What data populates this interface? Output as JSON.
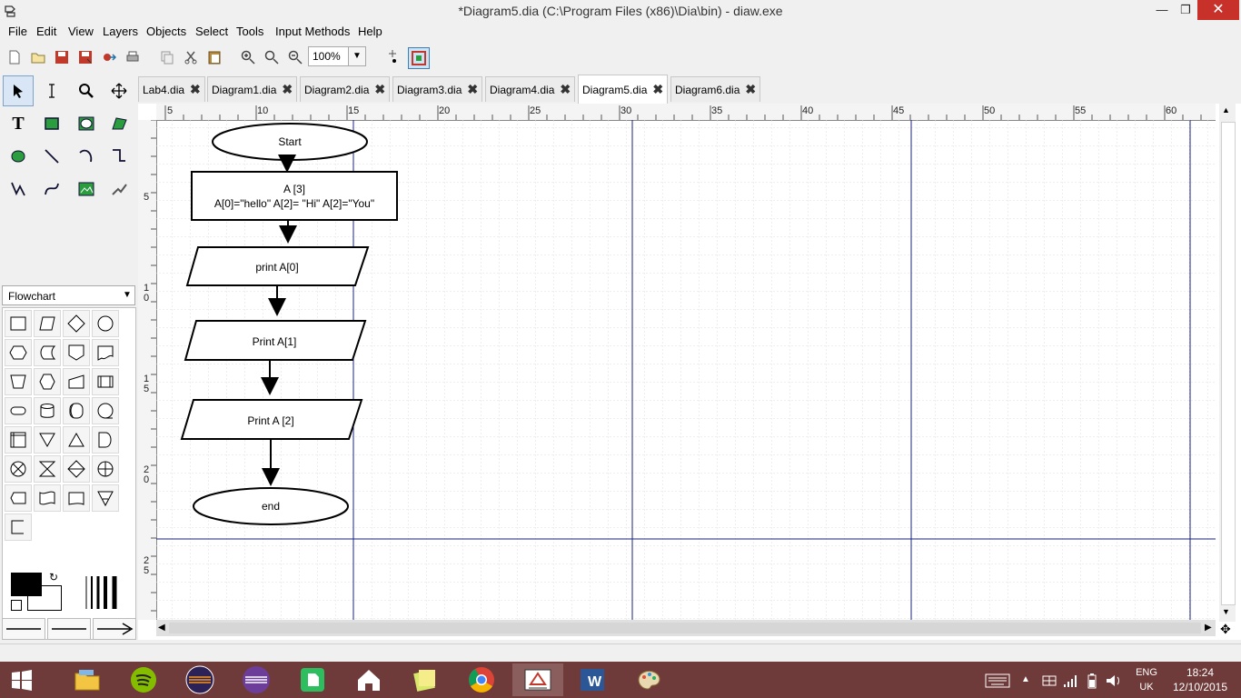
{
  "window": {
    "title": "*Diagram5.dia (C:\\Program Files (x86)\\Dia\\bin) - diaw.exe",
    "min": "—",
    "max": "❐",
    "close": "✕"
  },
  "menu": [
    "File",
    "Edit",
    "View",
    "Layers",
    "Objects",
    "Select",
    "Tools",
    "Input Methods",
    "Help"
  ],
  "toolbar": {
    "zoom_value": "100%"
  },
  "toolbox": {
    "sheet": "Flowchart"
  },
  "tabs": [
    "Lab4.dia",
    "Diagram1.dia",
    "Diagram2.dia",
    "Diagram3.dia",
    "Diagram4.dia",
    "Diagram5.dia",
    "Diagram6.dia"
  ],
  "active_tab": "Diagram5.dia",
  "ruler": {
    "h": [
      "5",
      "10",
      "15",
      "20",
      "25",
      "30",
      "35",
      "40",
      "45",
      "50",
      "55",
      "60"
    ],
    "v": [
      "5",
      "1\n0",
      "1\n5",
      "2\n0",
      "2\n5"
    ]
  },
  "diagram": {
    "start": "Start",
    "process_line1": "A [3]",
    "process_line2": "A[0]=\"hello\" A[2]= \"Hi\" A[2]=\"You\"",
    "io1": "print A[0]",
    "io2": "Print A[1]",
    "io3": "Print A [2]",
    "end": "end"
  },
  "taskbar": {
    "lang1": "ENG",
    "lang2": "UK",
    "time": "18:24",
    "date": "12/10/2015"
  },
  "colors": {
    "taskbar": "#6f3b3a",
    "page_break": "#1a237e",
    "close": "#c7312a"
  }
}
